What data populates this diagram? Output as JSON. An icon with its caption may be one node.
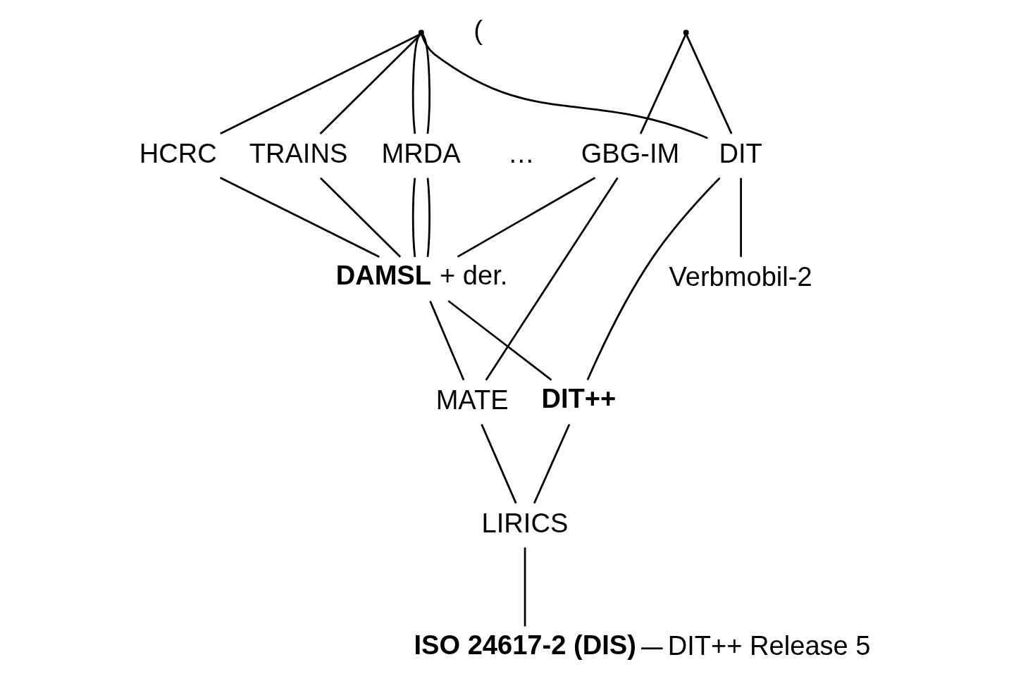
{
  "diagram": {
    "nodes": [
      {
        "text": [],
        "shape": "point"
      },
      {
        "text": [],
        "shape": "point"
      },
      {
        "text": [
          "HCRC"
        ]
      },
      {
        "text": [
          "TRAINS"
        ]
      },
      {
        "text": [
          "MRDA"
        ]
      },
      {
        "text": [
          "GBG-IM"
        ]
      },
      {
        "text": [
          "DIT"
        ]
      },
      {
        "text": [
          "Verbmobil-2"
        ]
      },
      {
        "text": [
          "**DAMSL** + der."
        ]
      },
      {
        "text": [
          "MATE"
        ]
      },
      {
        "text": [
          "DIT++"
        ]
      },
      {
        "text": [
          "LIRICS"
        ]
      },
      {
        "text": [
          "ISO 24617-2 (DIS)"
        ]
      },
      {
        "text": [
          "DIT++ Release 5"
        ]
      }
    ],
    "edges": [
      {
        "from": 0,
        "to": 2,
        "arrow": "none"
      },
      {
        "from": 0,
        "to": 3,
        "arrow": "none"
      },
      {
        "from": 0,
        "to": 4,
        "arrow": "none"
      },
      {
        "from": 0,
        "to": 4,
        "arrow": "none"
      },
      {
        "from": 0,
        "to": 6,
        "arrow": "none"
      },
      {
        "from": 1,
        "to": 5,
        "arrow": "none"
      },
      {
        "from": 1,
        "to": 6,
        "arrow": "none"
      },
      {
        "from": 2,
        "to": 8,
        "arrow": "none"
      },
      {
        "from": 3,
        "to": 8,
        "arrow": "none"
      },
      {
        "from": 4,
        "to": 8,
        "arrow": "none"
      },
      {
        "from": 4,
        "to": 8,
        "arrow": "none"
      },
      {
        "from": 5,
        "to": 8,
        "arrow": "none"
      },
      {
        "from": 6,
        "to": 7,
        "arrow": "none"
      },
      {
        "from": 5,
        "to": 9,
        "arrow": "none"
      },
      {
        "from": 8,
        "to": 9,
        "arrow": "none"
      },
      {
        "from": 8,
        "to": 10,
        "arrow": "none"
      },
      {
        "from": 6,
        "to": 10,
        "arrow": "none"
      },
      {
        "from": 9,
        "to": 11,
        "arrow": "none"
      },
      {
        "from": 10,
        "to": 11,
        "arrow": "none"
      },
      {
        "from": 11,
        "to": 12,
        "arrow": "none"
      },
      {
        "from": 12,
        "to": 13,
        "arrow": "none"
      }
    ],
    "labels": [
      "(",
      "…"
    ]
  }
}
